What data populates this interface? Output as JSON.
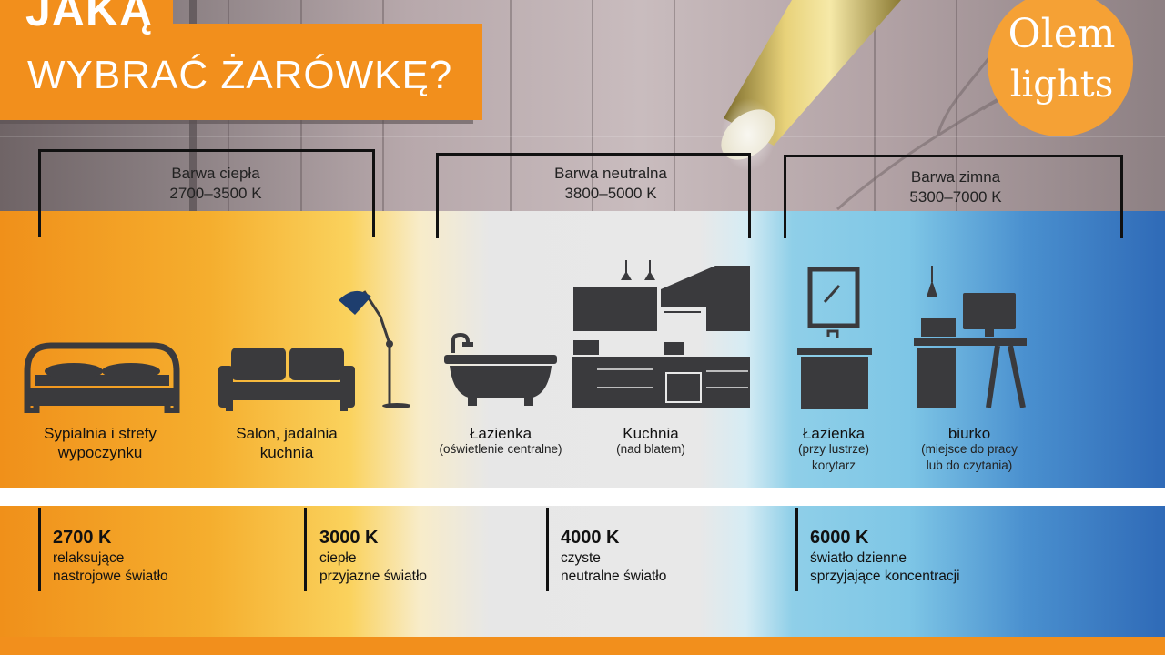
{
  "title": {
    "line1": "JAKĄ",
    "line2": "WYBRAĆ ŻARÓWKĘ?"
  },
  "logo": {
    "line1": "Olem",
    "line2": "lights"
  },
  "colors": {
    "orange": "#f28f1c",
    "cold_blue": "#2f6ab7",
    "neutral": "#e8e8e8",
    "icon": "#3a3a3d"
  },
  "groups": [
    {
      "name": "Barwa ciepła",
      "range": "2700–3500 K"
    },
    {
      "name": "Barwa neutralna",
      "range": "3800–5000 K"
    },
    {
      "name": "Barwa zimna",
      "range": "5300–7000 K"
    }
  ],
  "rooms": [
    {
      "icon": "bed-icon",
      "label1": "Sypialnia i strefy",
      "label2": "wypoczynku",
      "sub1": "",
      "sub2": ""
    },
    {
      "icon": "sofa-lamp-icon",
      "label1": "Salon, jadalnia",
      "label2": "kuchnia",
      "sub1": "",
      "sub2": ""
    },
    {
      "icon": "bathtub-icon",
      "label1": "Łazienka",
      "label2": "",
      "sub1": "(oświetlenie centralne)",
      "sub2": ""
    },
    {
      "icon": "kitchen-icon",
      "label1": "Kuchnia",
      "label2": "",
      "sub1": "(nad blatem)",
      "sub2": ""
    },
    {
      "icon": "bathroom-sink-icon",
      "label1": "Łazienka",
      "label2": "",
      "sub1": "(przy lustrze)",
      "sub2": "korytarz"
    },
    {
      "icon": "desk-icon",
      "label1": "biurko",
      "label2": "",
      "sub1": "(miejsce do pracy",
      "sub2": "lub do czytania)"
    }
  ],
  "temperatures": [
    {
      "value": "2700 K",
      "desc1": "relaksujące",
      "desc2": "nastrojowe światło"
    },
    {
      "value": "3000 K",
      "desc1": "ciepłe",
      "desc2": "przyjazne światło"
    },
    {
      "value": "4000 K",
      "desc1": "czyste",
      "desc2": "neutralne światło"
    },
    {
      "value": "6000 K",
      "desc1": "światło dzienne",
      "desc2": "sprzyjające koncentracji"
    }
  ]
}
